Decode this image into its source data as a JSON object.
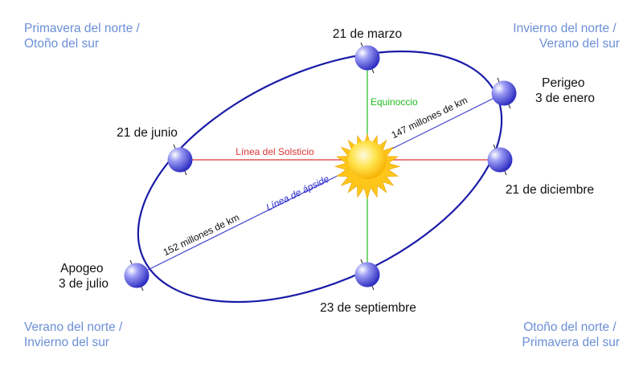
{
  "seasons": {
    "top_left": [
      "Primavera del norte /",
      "Otoño del sur"
    ],
    "top_right": [
      "Invierno del norte /",
      "Verano del sur"
    ],
    "bottom_left": [
      "Verano del norte /",
      "Invierno del sur"
    ],
    "bottom_right": [
      "Otoño del norte /",
      "Primavera del sur"
    ]
  },
  "dates": {
    "march": "21 de marzo",
    "june": "21 de junio",
    "september": "23 de septiembre",
    "december": "21 de diciembre",
    "perigee": [
      "Perigeo",
      "3 de enero"
    ],
    "aphelion": [
      "Apogeo",
      "3 de julio"
    ]
  },
  "lines": {
    "equinox": "Equinoccio",
    "solstice": "Línea del Solsticio",
    "apsides": "Línea de ápside",
    "perigee_distance": "147 millones de km",
    "aphelion_distance": "152 millones de km"
  },
  "colors": {
    "orbit": "#1a1aa8",
    "season_text": "#6b8fd6",
    "equinox_line": "#22bb22",
    "solstice_line": "#dd3333",
    "apsides_line": "#4444cc",
    "planet": "#4a4ae0",
    "sun": "#ffd21a"
  }
}
